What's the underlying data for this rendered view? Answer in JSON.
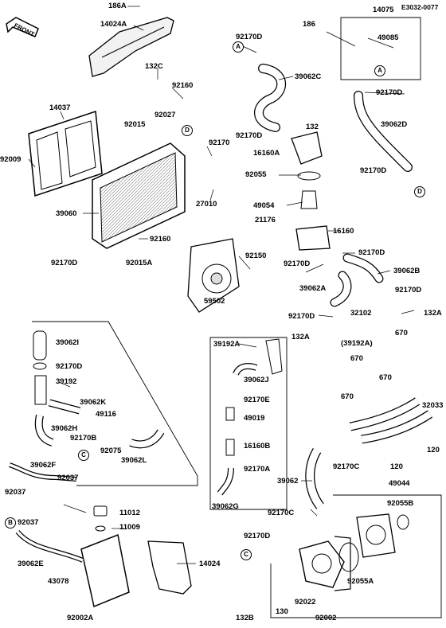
{
  "diagram": {
    "code": "E3032-0077",
    "front_label": "FRONT"
  },
  "parts": {
    "p186A": "186A",
    "p14024A": "14024A",
    "p132C": "132C",
    "p92160a": "92160",
    "p92027": "92027",
    "p14037": "14037",
    "p92015": "92015",
    "p92009": "92009",
    "p39060": "39060",
    "p92160b": "92160",
    "p92170D_left": "92170D",
    "p92015A": "92015A",
    "p27010": "27010",
    "p92170": "92170",
    "p59502": "59502",
    "p92150": "92150",
    "p92170D_top": "92170D",
    "p39062C": "39062C",
    "p92170D_mid": "92170D",
    "p132_top": "132",
    "p16160A": "16160A",
    "p92055": "92055",
    "p49054": "49054",
    "p21176": "21176",
    "p16160": "16160",
    "p92170D_r1": "92170D",
    "p92170D_r2": "92170D",
    "p39062B": "39062B",
    "p39062A": "39062A",
    "p92170D_r3": "92170D",
    "p92170D_r4": "92170D",
    "p32102": "32102",
    "p132A_r": "132A",
    "p132A_l": "132A",
    "p39192A_paren": "(39192A)",
    "p670_a": "670",
    "p670_b": "670",
    "p14075": "14075",
    "p186": "186",
    "p49085": "49085",
    "p92170D_tr": "92170D",
    "p39062D": "39062D",
    "p92170D_tr2": "92170D",
    "p39062I": "39062I",
    "p92170D_l2": "92170D",
    "p39192": "39192",
    "p39062K": "39062K",
    "p49116": "49116",
    "p39062H": "39062H",
    "p92170B": "92170B",
    "p92075": "92075",
    "p39062L": "39062L",
    "p39062F": "39062F",
    "p92037_a": "92037",
    "p92037_b": "92037",
    "p92037_c": "92037",
    "p39062E": "39062E",
    "p11012": "11012",
    "p11009": "11009",
    "p43078": "43078",
    "p92002A": "92002A",
    "p14024": "14024",
    "p39192A": "39192A",
    "p39062J": "39062J",
    "p92170E": "92170E",
    "p49019": "49019",
    "p16160B": "16160B",
    "p92170A": "92170A",
    "p39062G": "39062G",
    "p670_c": "670",
    "p670_d": "670",
    "p32033": "32033",
    "p120_a": "120",
    "p120_b": "120",
    "p92170C": "92170C",
    "p39062": "39062",
    "p49044": "49044",
    "p92055B": "92055B",
    "p92170C_b": "92170C",
    "p92170D_b": "92170D",
    "p92055A": "92055A",
    "p132B": "132B",
    "p130": "130",
    "p92022": "92022",
    "p92002": "92002"
  },
  "refs": {
    "A": "A",
    "B": "B",
    "C": "C",
    "D": "D"
  }
}
